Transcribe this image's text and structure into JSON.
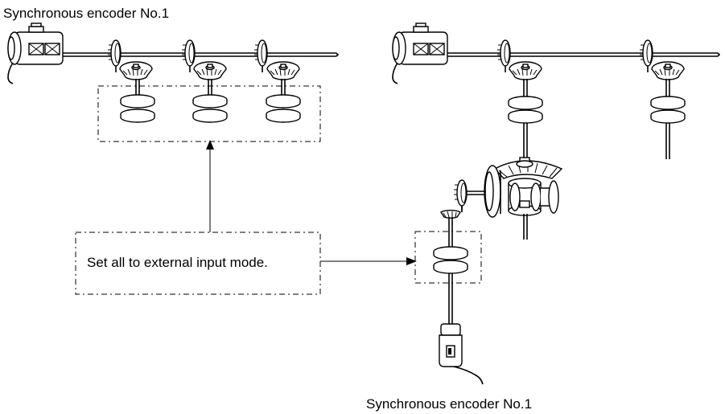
{
  "labels": {
    "top_left": "Synchronous encoder No.1",
    "bottom": "Synchronous encoder No.1",
    "note": "Set all to external input mode."
  },
  "colors": {
    "line": "#000000",
    "background": "#ffffff"
  }
}
